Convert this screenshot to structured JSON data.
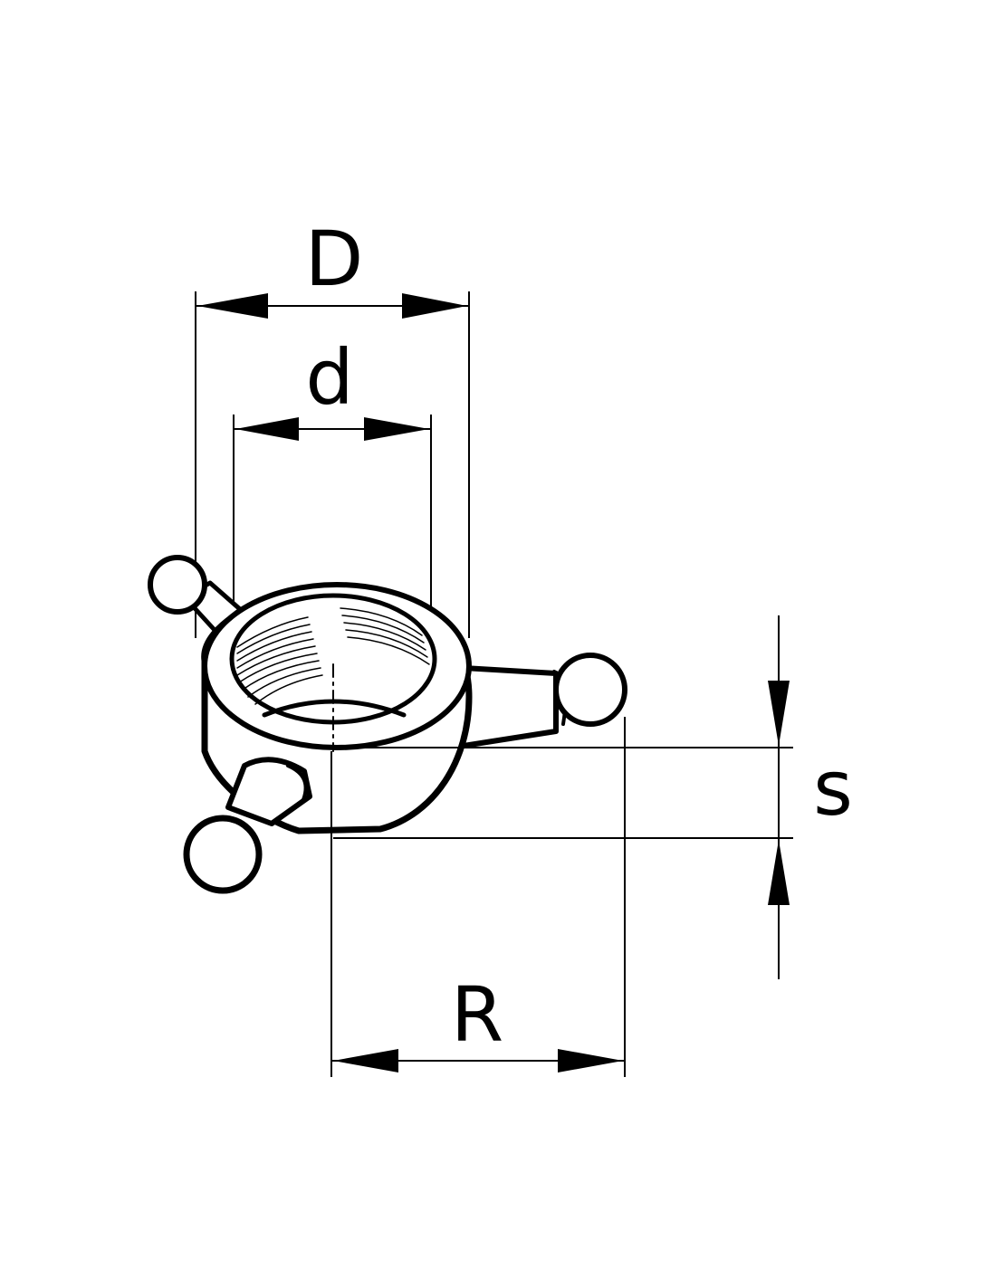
{
  "dimensions": {
    "outer_diameter": "D",
    "inner_diameter": "d",
    "thickness": "s",
    "radius": "R"
  },
  "colors": {
    "line": "#000000",
    "background": "#ffffff"
  }
}
